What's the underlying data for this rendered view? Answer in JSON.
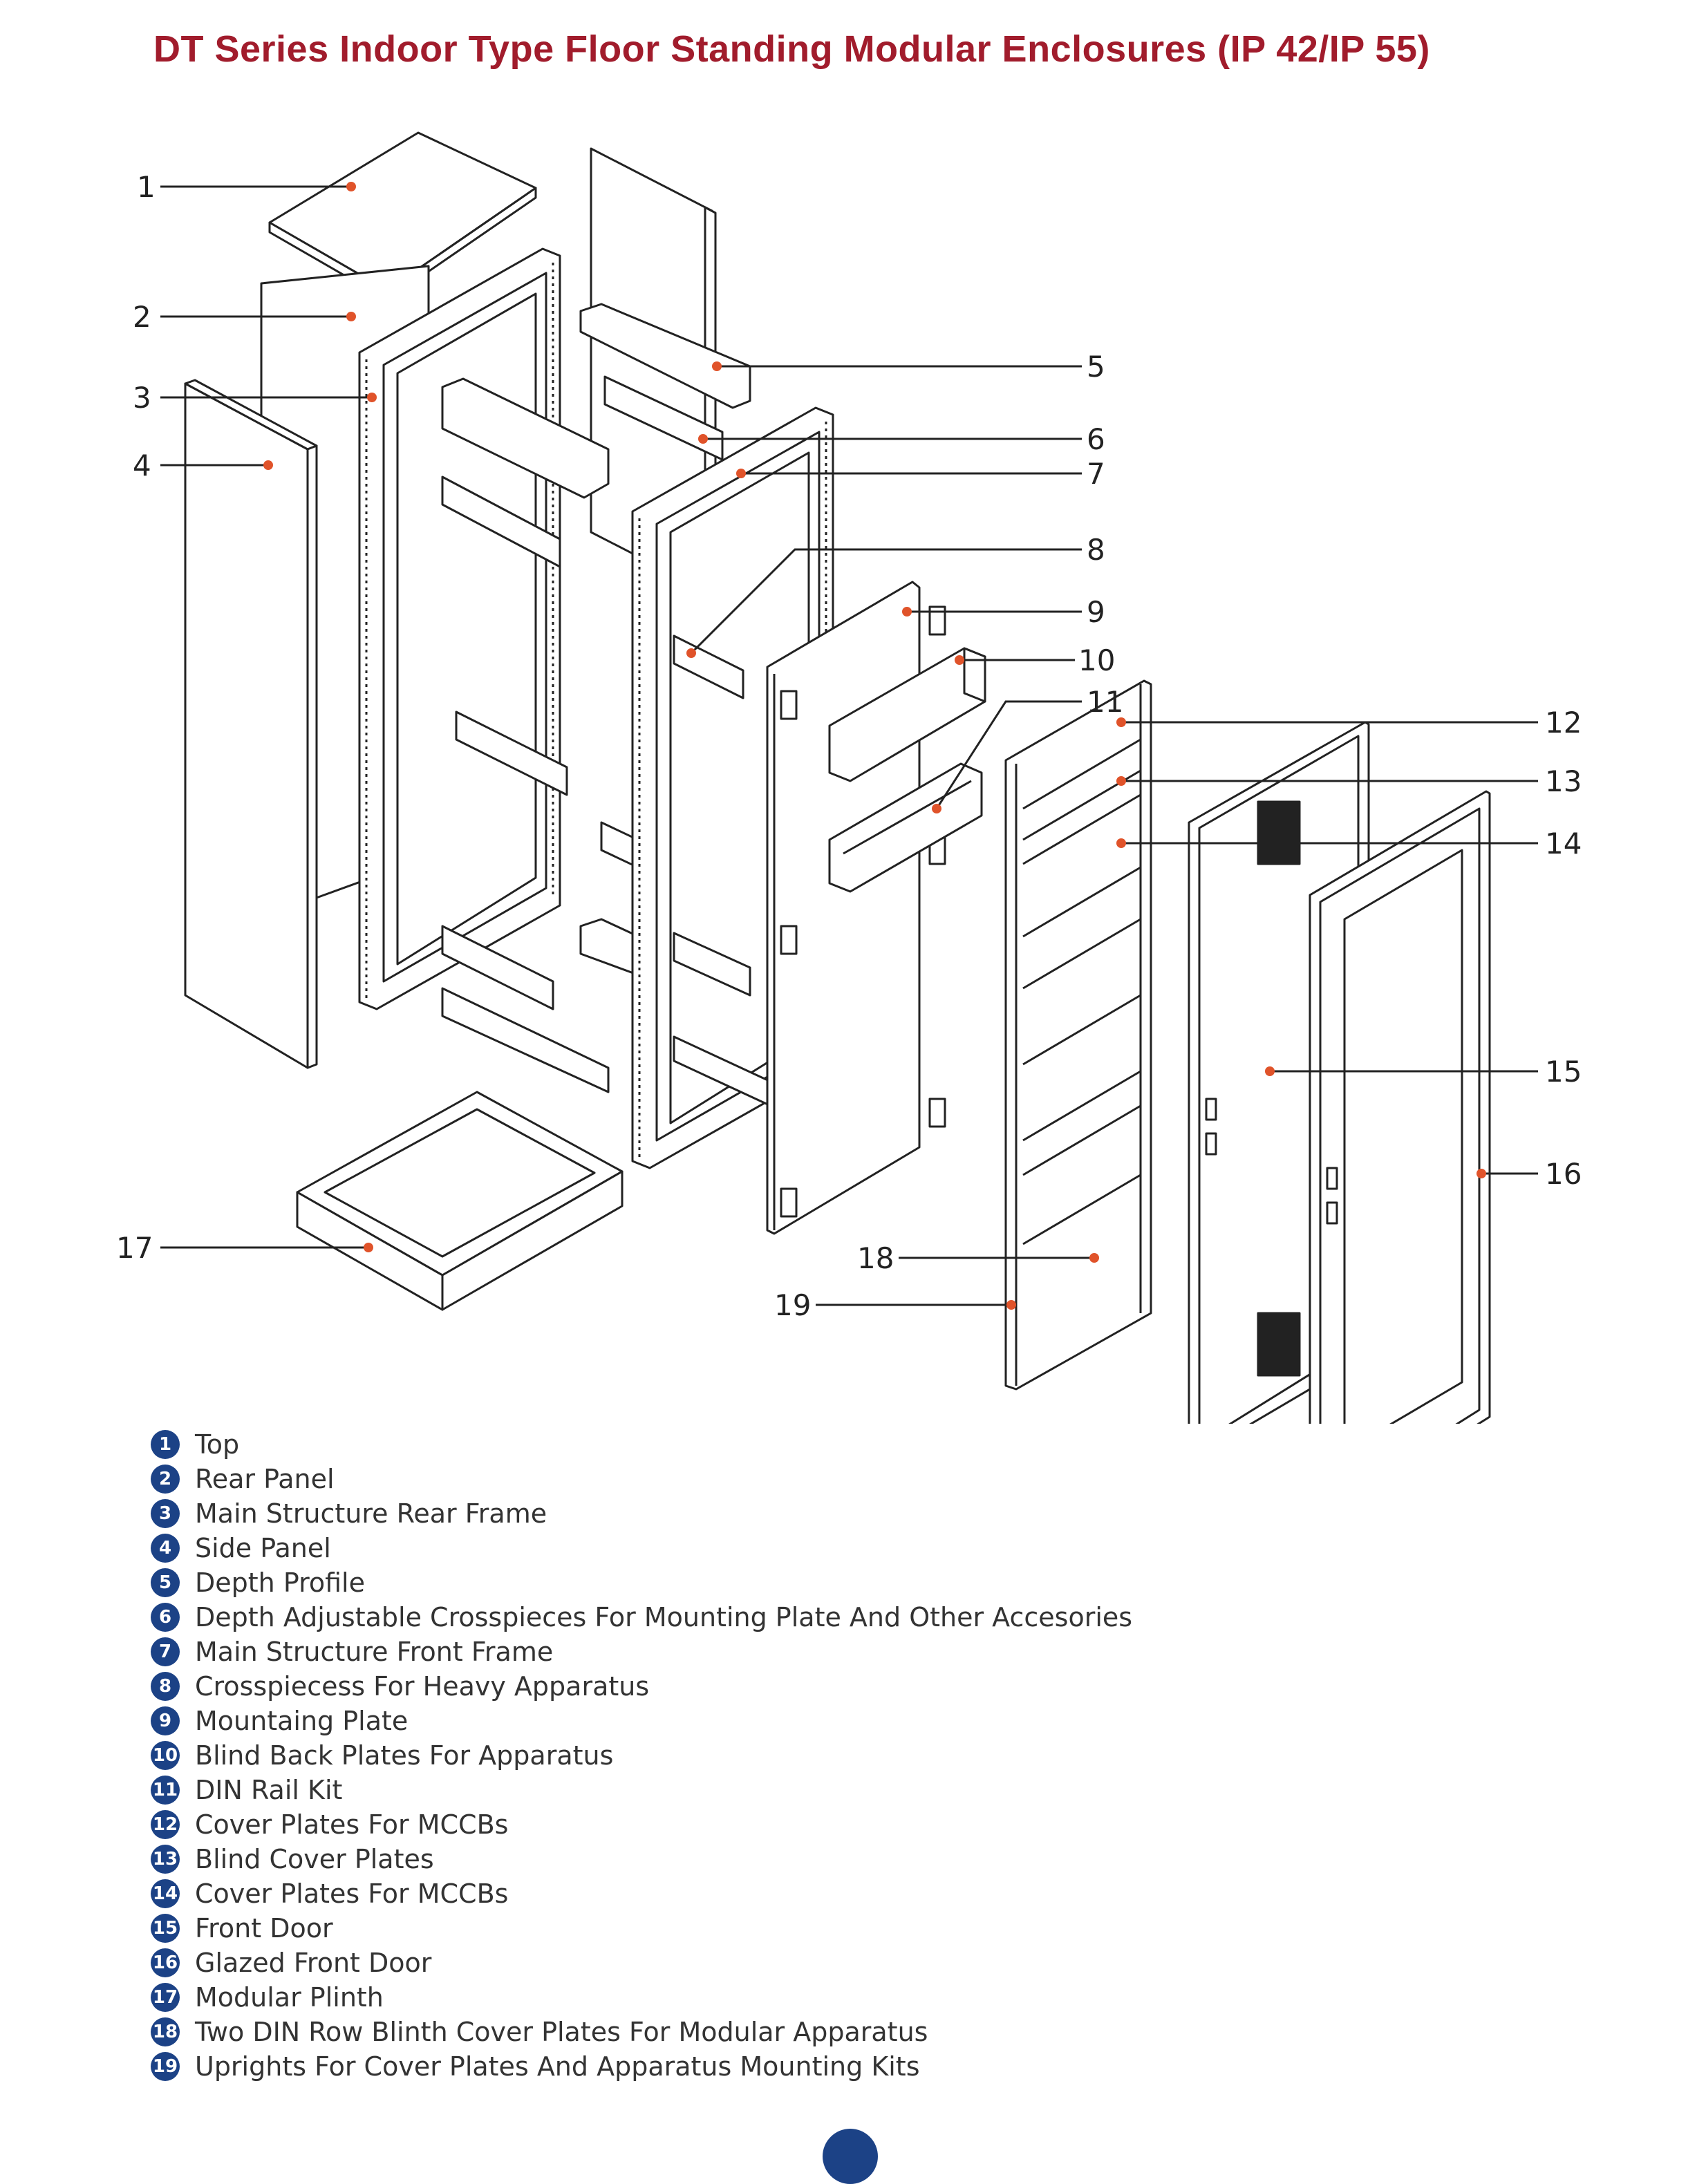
{
  "title": "DT Series Indoor Type Floor Standing Modular Enclosures (IP 42/IP 55)",
  "callouts": [
    "1",
    "2",
    "3",
    "4",
    "5",
    "6",
    "7",
    "8",
    "9",
    "10",
    "11",
    "12",
    "13",
    "14",
    "15",
    "16",
    "17",
    "18",
    "19"
  ],
  "legend": [
    {
      "num": "1",
      "label": "Top"
    },
    {
      "num": "2",
      "label": "Rear Panel"
    },
    {
      "num": "3",
      "label": "Main Structure Rear Frame"
    },
    {
      "num": "4",
      "label": "Side Panel"
    },
    {
      "num": "5",
      "label": "Depth Profile"
    },
    {
      "num": "6",
      "label": "Depth Adjustable Crosspieces For Mounting Plate And Other Accesories"
    },
    {
      "num": "7",
      "label": "Main Structure Front Frame"
    },
    {
      "num": "8",
      "label": "Crosspiecess For Heavy Apparatus"
    },
    {
      "num": "9",
      "label": "Mountaing Plate"
    },
    {
      "num": "10",
      "label": "Blind Back Plates For Apparatus"
    },
    {
      "num": "11",
      "label": "DIN Rail Kit"
    },
    {
      "num": "12",
      "label": "Cover Plates For MCCBs"
    },
    {
      "num": "13",
      "label": "Blind Cover Plates"
    },
    {
      "num": "14",
      "label": "Cover Plates For MCCBs"
    },
    {
      "num": "15",
      "label": "Front Door"
    },
    {
      "num": "16",
      "label": "Glazed Front Door"
    },
    {
      "num": "17",
      "label": "Modular Plinth"
    },
    {
      "num": "18",
      "label": "Two DIN Row Blinth Cover Plates For Modular Apparatus"
    },
    {
      "num": "19",
      "label": "Uprights For Cover Plates And Apparatus Mounting Kits"
    }
  ],
  "colors": {
    "title": "#a11c2c",
    "badge": "#1c4286",
    "leader_dot": "#e0532a",
    "line": "#222222"
  }
}
